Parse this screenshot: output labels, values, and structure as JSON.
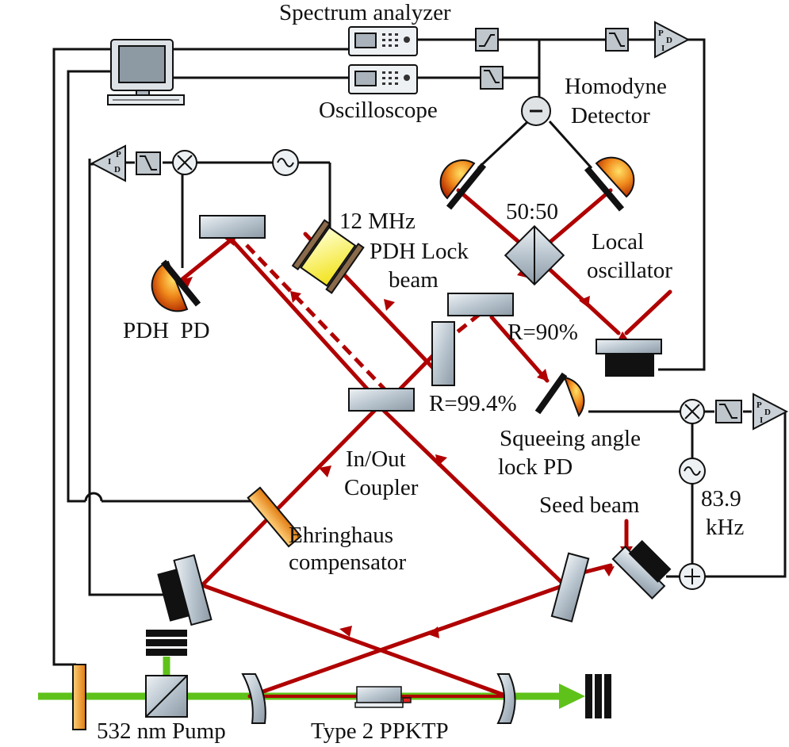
{
  "labels": {
    "spectrum_analyzer": "Spectrum analyzer",
    "oscilloscope": "Oscilloscope",
    "homodyne_line1": "Homodyne",
    "homodyne_line2": "Detector",
    "ratio_5050": "50:50",
    "local_osc_line1": "Local",
    "local_osc_line2": "oscillator",
    "freq_12mhz": "12 MHz",
    "pdh_lock_line1": "PDH Lock",
    "pdh_lock_line2": "beam",
    "pdh_pd": "PDH  PD",
    "r90": "R=90%",
    "r994": "R=99.4%",
    "inout_line1": "In/Out",
    "inout_line2": "Coupler",
    "squeeze_line1": "Squeeing angle",
    "squeeze_line2": "lock PD",
    "seed_beam": "Seed beam",
    "freq_839_line1": "83.9",
    "freq_839_line2": "kHz",
    "ehring_line1": "Ehringhaus",
    "ehring_line2": "compensator",
    "pump": "532 nm Pump",
    "crystal": "Type 2 PPKTP",
    "pdi": "PDI"
  },
  "colors": {
    "laser_red": "#b00000",
    "pump_green": "#5fc21a",
    "wire": "#111111",
    "mirror_fill": "#c9d3db",
    "plate_orange": "#f2a03a"
  }
}
